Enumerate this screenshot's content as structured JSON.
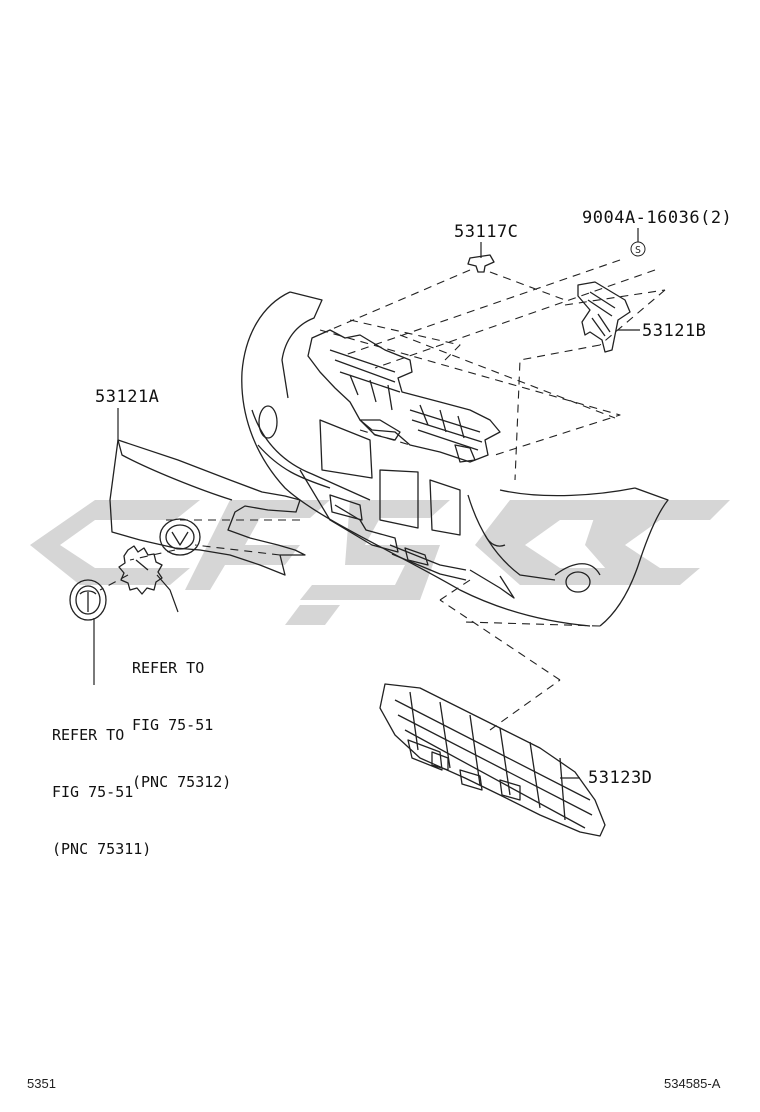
{
  "callouts": {
    "clip": "53117C",
    "screw": "9004A-16036(2)",
    "bracket": "53121B",
    "upper_grille": "53121A",
    "lower_grille": "53123D"
  },
  "notes": {
    "emblem_base": [
      "REFER TO",
      "FIG 75-51",
      "(PNC 75312)"
    ],
    "emblem": [
      "REFER TO",
      "FIG 75-51",
      "(PNC 75311)"
    ]
  },
  "screw_symbol": "S",
  "footer": {
    "left": "5351",
    "right": "534585-A"
  },
  "colors": {
    "line": "#222222",
    "watermark": "#d6d6d6"
  }
}
